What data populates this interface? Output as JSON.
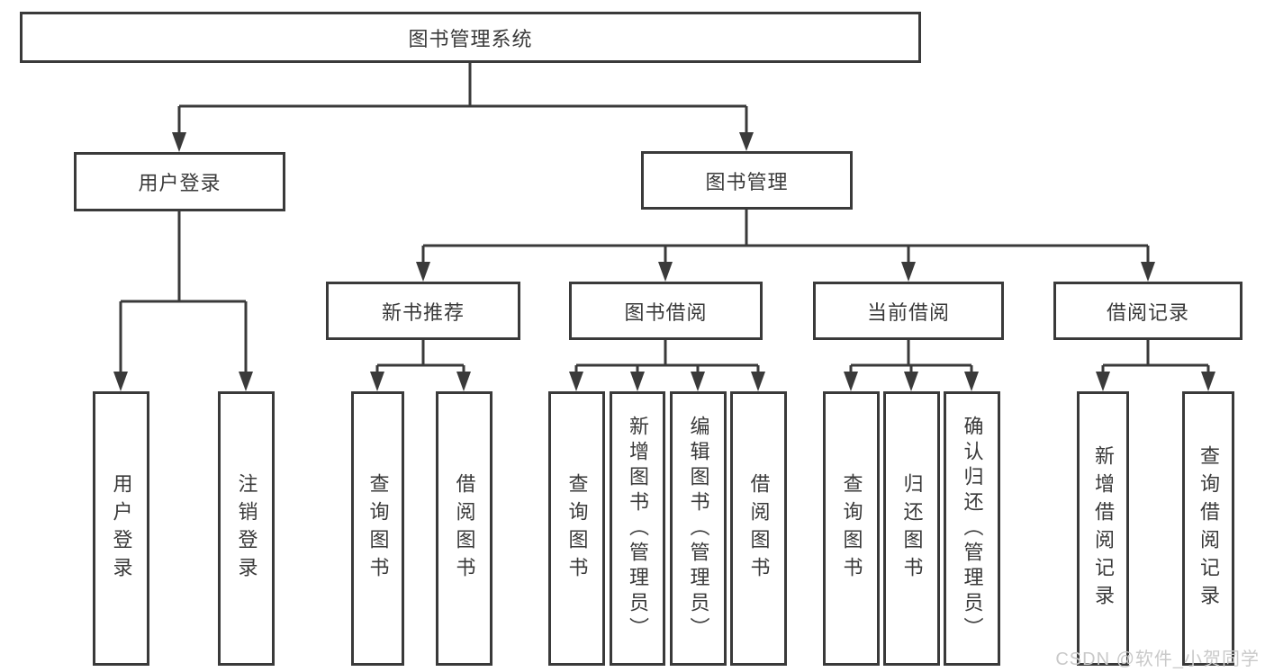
{
  "diagram_title": "图书管理系统",
  "tree": {
    "root": {
      "label": "图书管理系统"
    },
    "level2": [
      {
        "label": "用户登录"
      },
      {
        "label": "图书管理"
      }
    ],
    "level3": [
      {
        "label": "新书推荐",
        "parent": "图书管理"
      },
      {
        "label": "图书借阅",
        "parent": "图书管理"
      },
      {
        "label": "当前借阅",
        "parent": "图书管理"
      },
      {
        "label": "借阅记录",
        "parent": "图书管理"
      }
    ],
    "leaves": [
      {
        "label": "用户登录",
        "parent": "用户登录"
      },
      {
        "label": "注销登录",
        "parent": "用户登录"
      },
      {
        "label": "查询图书",
        "parent": "新书推荐"
      },
      {
        "label": "借阅图书",
        "parent": "新书推荐"
      },
      {
        "label": "查询图书",
        "parent": "图书借阅"
      },
      {
        "label": "新增图书（管理员）",
        "parent": "图书借阅"
      },
      {
        "label": "编辑图书（管理员）",
        "parent": "图书借阅"
      },
      {
        "label": "借阅图书",
        "parent": "图书借阅"
      },
      {
        "label": "查询图书",
        "parent": "当前借阅"
      },
      {
        "label": "归还图书",
        "parent": "当前借阅"
      },
      {
        "label": "确认归还（管理员）",
        "parent": "当前借阅"
      },
      {
        "label": "新增借阅记录",
        "parent": "借阅记录"
      },
      {
        "label": "查询借阅记录",
        "parent": "借阅记录"
      }
    ]
  },
  "watermark": {
    "text": "CSDN @软件_小贺同学"
  },
  "colors": {
    "line": "#3a3a3a",
    "box_border": "#3a3a3a",
    "box_bg": "#ffffff",
    "text": "#3a3a3a",
    "watermark": "#c9c9c9"
  }
}
